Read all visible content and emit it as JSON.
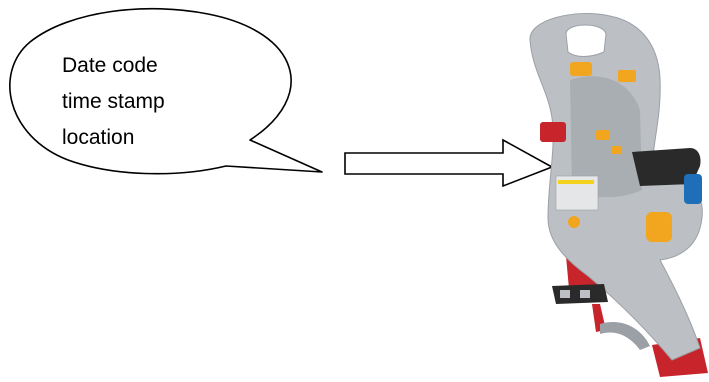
{
  "callout": {
    "lines": [
      "Date code",
      "time stamp",
      "location"
    ]
  },
  "arrow": {
    "direction": "right",
    "fill": "#ffffff",
    "stroke": "#000000"
  },
  "product_image": {
    "subject": "child bicycle seat",
    "colors": {
      "shell": "#bcc0c4",
      "accent_orange": "#f2a51f",
      "accent_red": "#c8242b",
      "accent_blue": "#1f6fb8",
      "foot_rest": "#2a2a2a"
    }
  }
}
